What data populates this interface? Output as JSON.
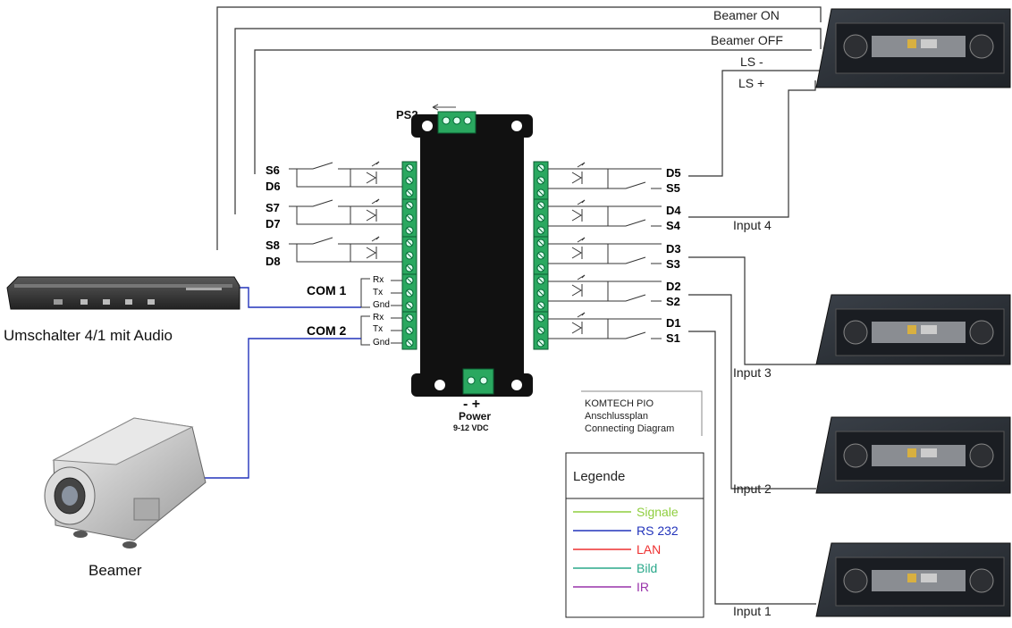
{
  "signals": {
    "beamer_on": "Beamer ON",
    "beamer_off": "Beamer OFF",
    "ls_minus": "LS -",
    "ls_plus": "LS +"
  },
  "inputs": [
    "Input 4",
    "Input 3",
    "Input 2",
    "Input 1"
  ],
  "module": {
    "ps2": "PS2",
    "power_signs": "-  +",
    "power": "Power",
    "power_spec": "9-12 VDC",
    "com1": "COM 1",
    "com2": "COM 2",
    "rx": "Rx",
    "tx": "Tx",
    "gnd": "Gnd"
  },
  "left_terminals": [
    {
      "s": "S6",
      "d": "D6"
    },
    {
      "s": "S7",
      "d": "D7"
    },
    {
      "s": "S8",
      "d": "D8"
    }
  ],
  "right_terminals": [
    {
      "d": "D5",
      "s": "S5"
    },
    {
      "d": "D4",
      "s": "S4"
    },
    {
      "d": "D3",
      "s": "S3"
    },
    {
      "d": "D2",
      "s": "S2"
    },
    {
      "d": "D1",
      "s": "S1"
    }
  ],
  "switcher_label": "Umschalter 4/1 mit Audio",
  "beamer_label": "Beamer",
  "title_block": [
    "KOMTECH PIO",
    "Anschlussplan",
    "Connecting Diagram"
  ],
  "legend": {
    "title": "Legende",
    "items": [
      {
        "label": "Signale",
        "color": "#8fce3f"
      },
      {
        "label": "RS 232",
        "color": "#2233bb"
      },
      {
        "label": "LAN",
        "color": "#ee3030"
      },
      {
        "label": "Bild",
        "color": "#2aa88a"
      },
      {
        "label": "IR",
        "color": "#9933aa"
      }
    ]
  },
  "colors": {
    "rs232": "#2233bb",
    "terminal": "#2aa860",
    "module": "#111111"
  }
}
